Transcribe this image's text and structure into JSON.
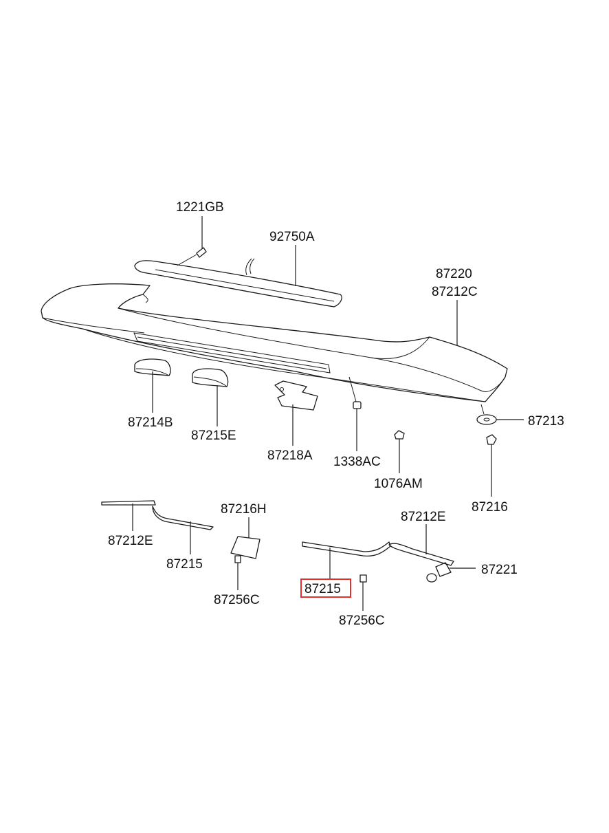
{
  "diagram": {
    "labels": {
      "p1221GB": "1221GB",
      "p92750A": "92750A",
      "p87220": "87220",
      "p87212C": "87212C",
      "p87214B": "87214B",
      "p87215E": "87215E",
      "p87218A": "87218A",
      "p1338AC": "1338AC",
      "p1076AM": "1076AM",
      "p87213": "87213",
      "p87216": "87216",
      "p87212E_left": "87212E",
      "p87215_left": "87215",
      "p87216H": "87216H",
      "p87256C_left": "87256C",
      "p87215_highlight": "87215",
      "p87256C_right": "87256C",
      "p87212E_right": "87212E",
      "p87221": "87221"
    },
    "highlight_color": "#e03030"
  }
}
